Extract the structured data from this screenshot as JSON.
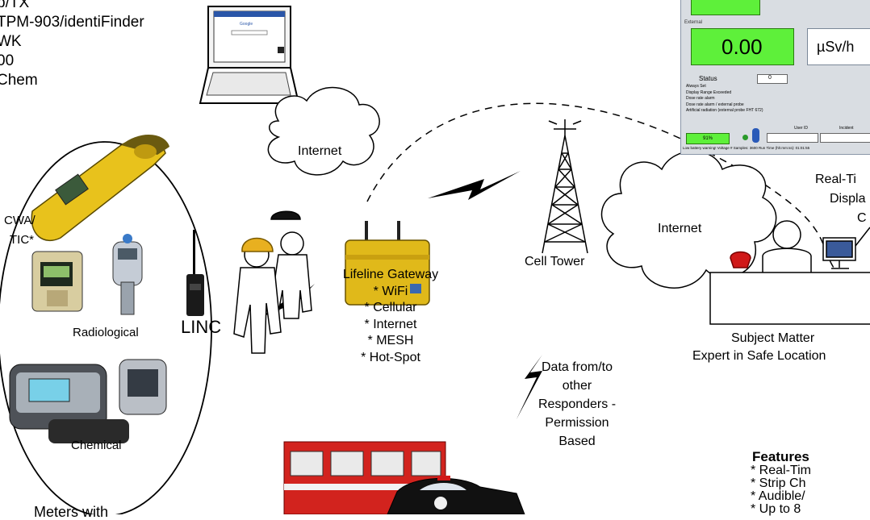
{
  "top_list": [
    "b/TX",
    "TPM-903/identiFinder",
    "WK",
    "00",
    "Chem"
  ],
  "internet_left": "Internet",
  "internet_right": "Internet",
  "cwa_label": "CWA/",
  "tic_label": "TIC*",
  "radiological_label": "Radiological",
  "chemical_label": "Chemical",
  "linc_label": "LINC",
  "gateway": {
    "title": "Lifeline Gateway",
    "items": [
      "* WiFi",
      "* Cellular",
      "* Internet",
      "* MESH",
      "* Hot-Spot"
    ]
  },
  "cell_tower_label": "Cell Tower",
  "data_note": [
    "Data from/to",
    "other",
    "Responders -",
    "Permission",
    "Based"
  ],
  "sme_label": [
    "Subject Matter",
    "Expert in Safe Location"
  ],
  "realtime_label": [
    "Real-Ti",
    "Displa",
    "C"
  ],
  "meters_label": "Meters with",
  "features": {
    "title": "Features",
    "items": [
      "*   Real-Tim",
      "*   Strip Ch",
      "*   Audible/",
      "*   Up to 8 "
    ]
  },
  "screen": {
    "external_label": "External",
    "reading": "0.00",
    "unit": "µSv/h",
    "status_label": "Status",
    "status_value": "0",
    "status_items": [
      "Always Set",
      "Display Range Exceeded",
      "Dose rate alarm",
      "Dose rate alarm / external probe",
      "Artificial radiation (external probe FHT 672)"
    ],
    "battery": "91%",
    "user_id_label": "User ID",
    "incident_label": "Incident",
    "footer": "Low battery warning!  Voltage     # Samples: 3600     Run Time (hh:mm:ss): 01:01:55"
  },
  "laptop_screen_text": "Google",
  "colors": {
    "green_display": "#5ef03a",
    "yellow_device": "#e8c21c",
    "fire_red": "#d2231e",
    "phone_red": "#d01818"
  }
}
